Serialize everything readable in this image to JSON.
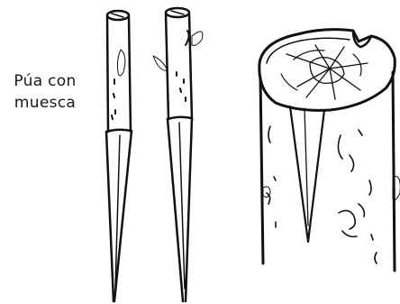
{
  "caption": {
    "line1": "Púa con",
    "line2": "muesca"
  },
  "figures": [
    {
      "name": "scion-notched-front",
      "icon": "scion-stick-drawing"
    },
    {
      "name": "scion-notched-side",
      "icon": "scion-stick-drawing"
    },
    {
      "name": "rootstock-with-scion-inserted",
      "icon": "cleft-graft-drawing"
    }
  ],
  "colors": {
    "ink": "#111111",
    "background": "#ffffff"
  }
}
